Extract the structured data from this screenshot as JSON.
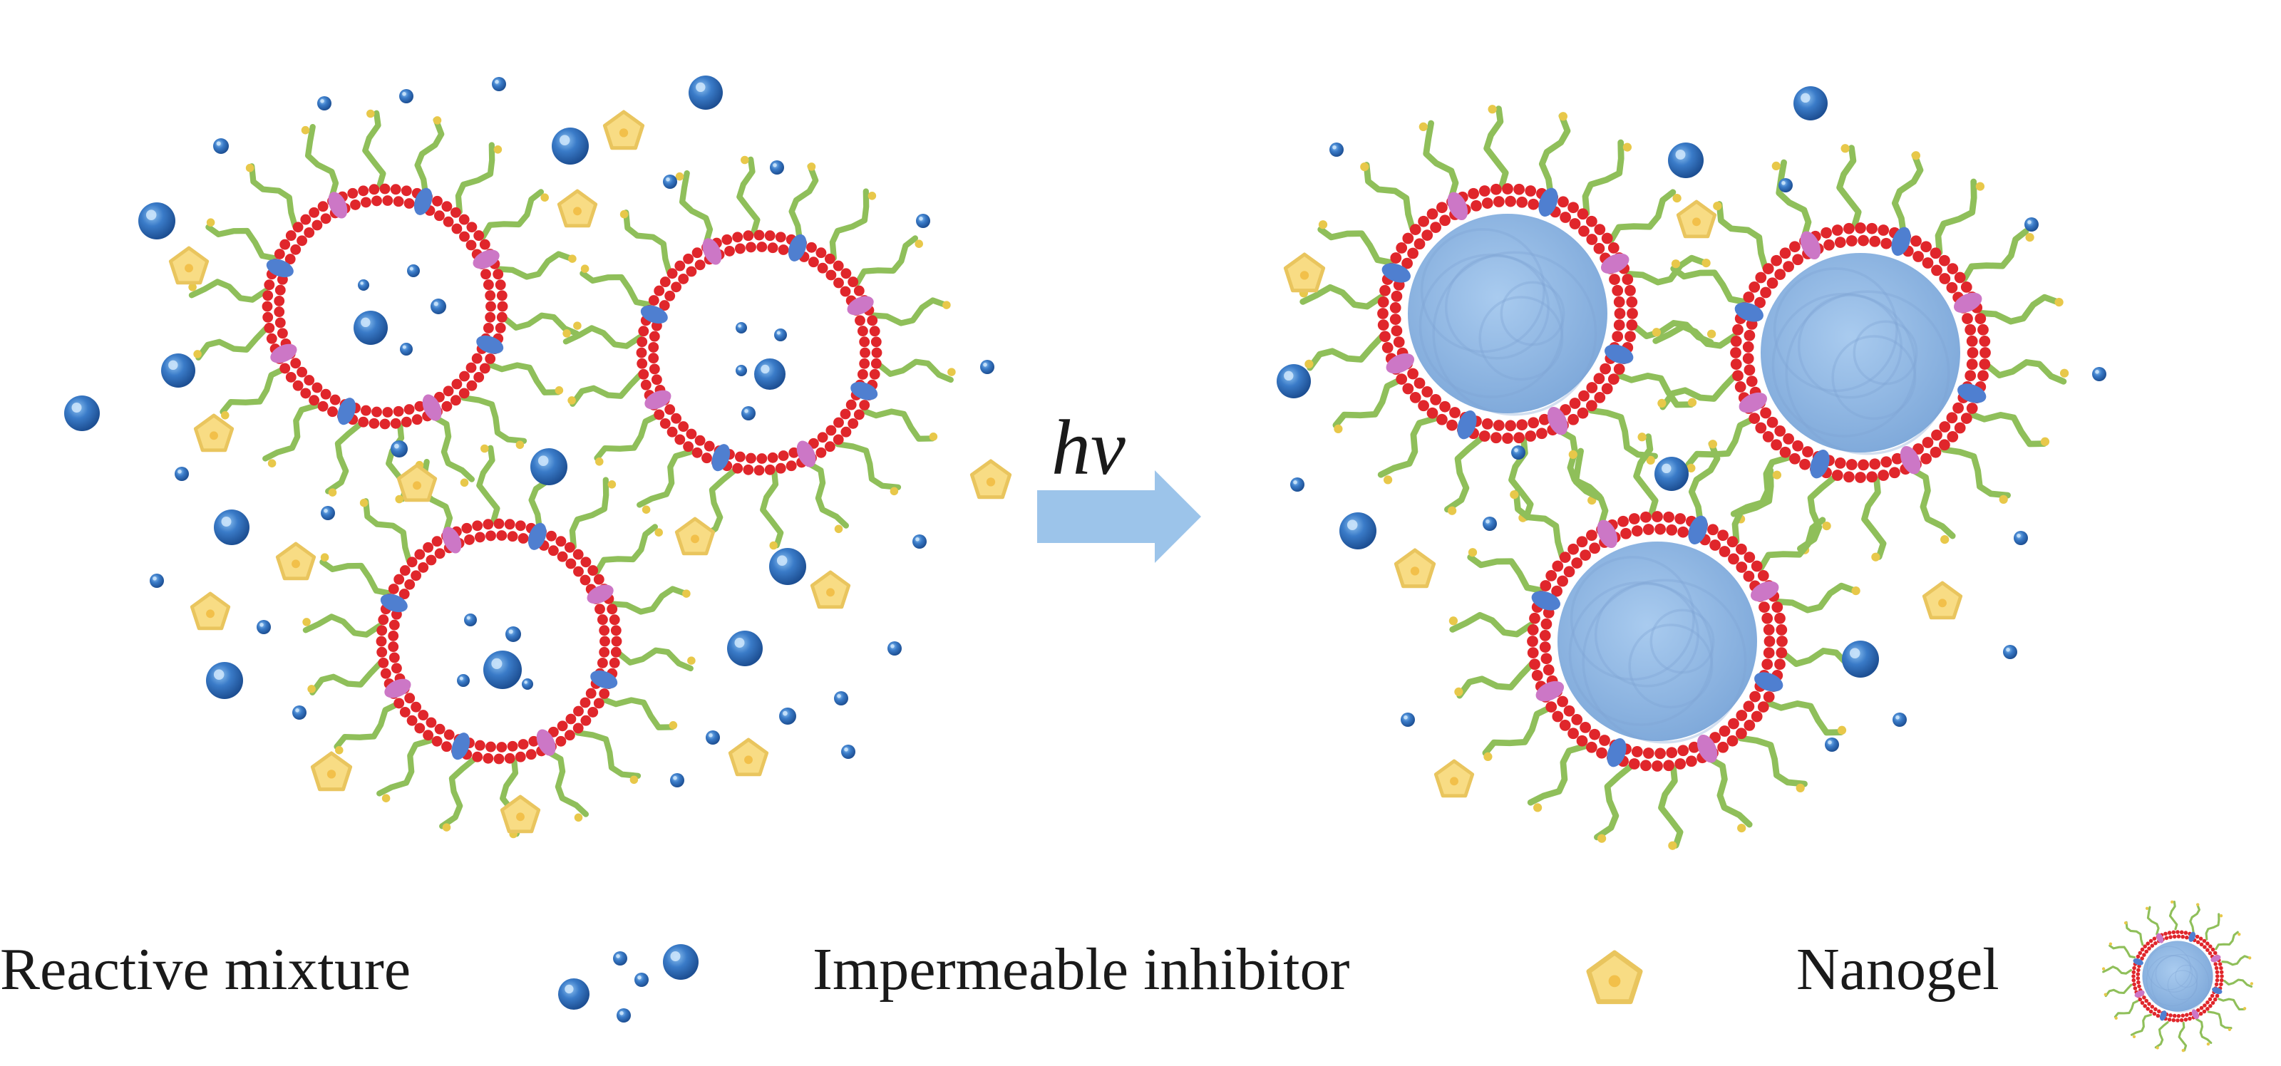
{
  "arrow": {
    "label": "hv"
  },
  "legend": [
    {
      "label": "Reactive mixture",
      "icon": "monomer-cluster-icon"
    },
    {
      "label": "Impermeable inhibitor",
      "icon": "inhibitor-pentagon-icon"
    },
    {
      "label": "Nanogel",
      "icon": "nanogel-icon"
    }
  ],
  "colors": {
    "vesicle_bead": "#e0262b",
    "membrane_protein_blue": "#4f7fd0",
    "membrane_protein_pink": "#cc77c6",
    "peg_chain": "#8fbf5a",
    "peg_tip": "#e8c84a",
    "monomer": "#2f6db8",
    "inhibitor_fill": "#f8dc84",
    "inhibitor_stroke": "#e9c55e",
    "gel_core": "#8fb8e4",
    "arrow": "#9cc4ea"
  }
}
